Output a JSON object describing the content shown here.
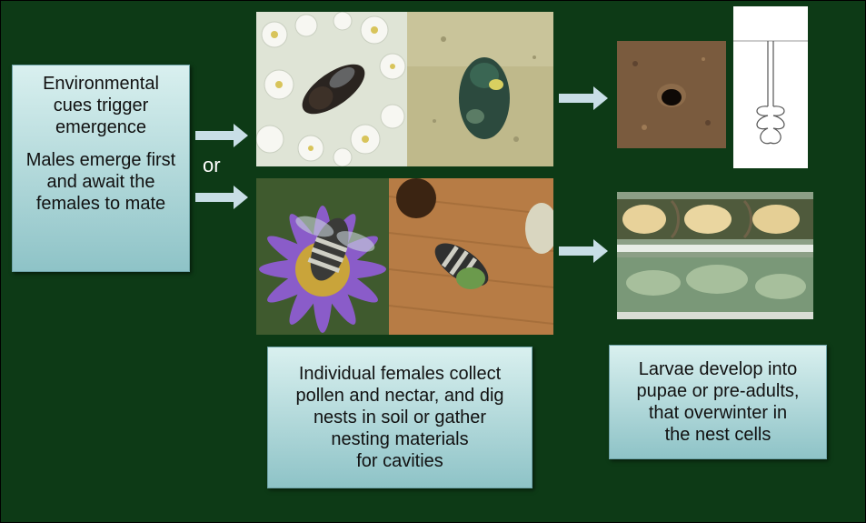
{
  "left_box": {
    "para1": "Environmental cues trigger emergence",
    "para2": "Males emerge first and await the females to mate"
  },
  "or_label": "or",
  "bottom_center_box": {
    "line1": "Individual females collect",
    "line2": "pollen and nectar, and dig",
    "line3": "nests in soil or gather",
    "line4": "nesting materials",
    "line5": "for cavities"
  },
  "bottom_right_box": {
    "line1": "Larvae develop into",
    "line2": "pupae or pre-adults,",
    "line3": "that overwinter in",
    "line4": "the nest cells"
  },
  "colors": {
    "background": "#0d3a16",
    "box_fill_top": "#d9f0ef",
    "box_fill_bottom": "#8ec3c7",
    "arrow": "#c8dee6"
  }
}
